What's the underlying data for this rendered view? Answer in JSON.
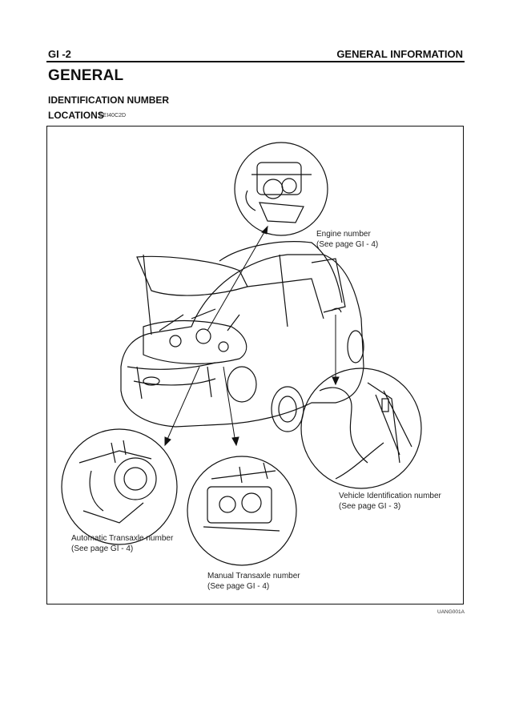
{
  "header": {
    "page_id": "GI -2",
    "section": "GENERAL INFORMATION"
  },
  "title": "GENERAL",
  "subtitle_line1": "IDENTIFICATION NUMBER",
  "subtitle_line2": "LOCATIONS",
  "ref_code": "EEI40C2D",
  "figure": {
    "labels": {
      "engine": {
        "line1": "Engine number",
        "line2": "(See page GI - 4)"
      },
      "vin": {
        "line1": "Vehicle Identification number",
        "line2": "(See page GI - 3)"
      },
      "auto": {
        "line1": "Automatic Transaxle number",
        "line2": "(See page GI - 4)"
      },
      "manual": {
        "line1": "Manual Transaxle number",
        "line2": "(See page GI - 4)"
      }
    },
    "code": "UANG001A"
  }
}
